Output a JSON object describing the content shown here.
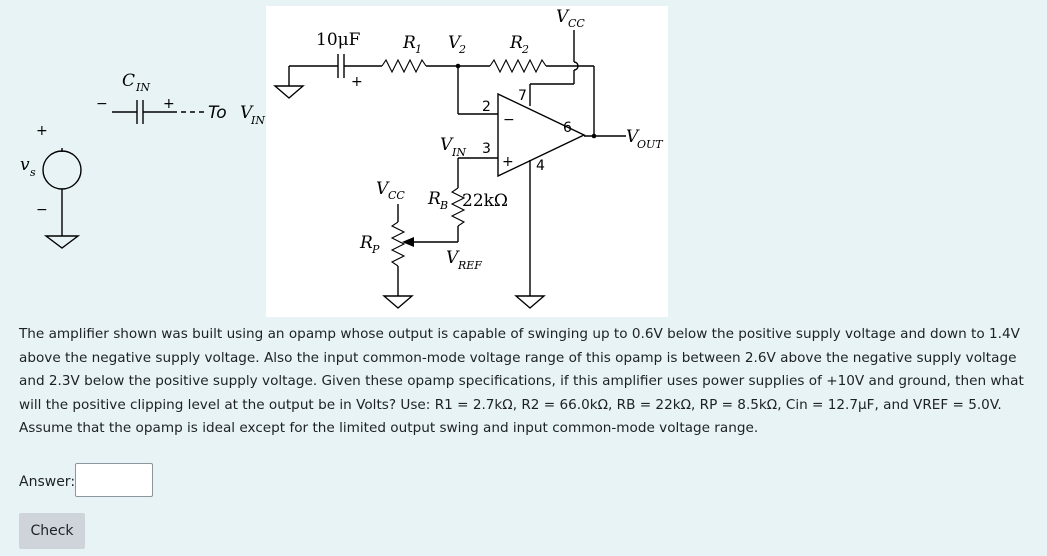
{
  "circuit": {
    "labels": {
      "vcc_top": "V",
      "vcc_top_sub": "CC",
      "cap_10uf": "10μF",
      "r1": "R",
      "r1_sub": "1",
      "v2": "V",
      "v2_sub": "2",
      "r2": "R",
      "r2_sub": "2",
      "cin": "C",
      "cin_sub": "IN",
      "cin_minus": "−",
      "cin_plus": "+",
      "cap_plus": "+",
      "to_vin": "To",
      "to_vin_v": "V",
      "to_vin_sub": "IN",
      "vs": "v",
      "vs_sub": "s",
      "vs_plus": "+",
      "vs_minus": "−",
      "pin2": "2",
      "pin3": "3",
      "pin4": "4",
      "pin6": "6",
      "pin7": "7",
      "opamp_minus": "−",
      "opamp_plus": "+",
      "vin": "V",
      "vin_sub": "IN",
      "vout": "V",
      "vout_sub": "OUT",
      "vcc_mid": "V",
      "vcc_mid_sub": "CC",
      "rb": "R",
      "rb_sub": "B",
      "rb_value": "22kΩ",
      "rp": "R",
      "rp_sub": "P",
      "vref": "V",
      "vref_sub": "REF"
    }
  },
  "question": {
    "text": "The amplifier shown was built using an opamp whose output is capable of swinging up to 0.6V below the positive supply voltage and down to 1.4V above the negative supply voltage. Also the input common-mode voltage range of this opamp is between 2.6V above the negative supply voltage and 2.3V below the positive supply voltage. Given these opamp specifications, if this amplifier uses power supplies of +10V and ground, then what will the positive clipping level at the output be in Volts? Use: R1 = 2.7kΩ, R2 = 66.0kΩ, RB = 22kΩ, RP = 8.5kΩ, Cin = 12.7μF, and VREF = 5.0V. Assume that the opamp is ideal except for the limited output swing and input common-mode voltage range."
  },
  "answer": {
    "label": "Answer:",
    "value": ""
  },
  "check": {
    "label": "Check"
  }
}
